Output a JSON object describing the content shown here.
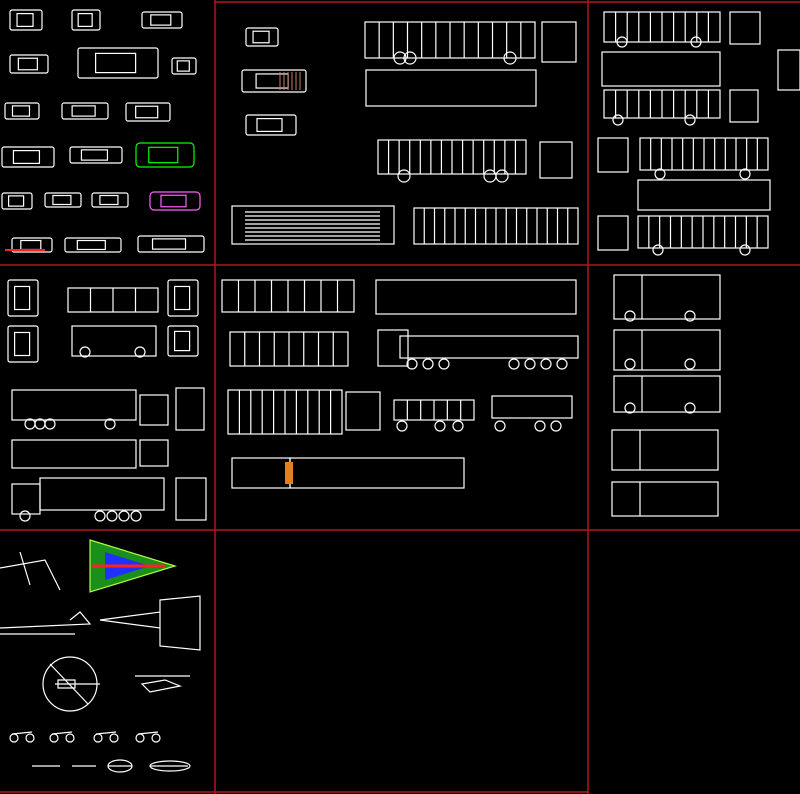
{
  "canvas": {
    "background": "#000000",
    "grid_color": "#b01818",
    "line_color": "#ffffff",
    "highlight_color": "#00ff00"
  },
  "cells": [
    {
      "name": "cars"
    },
    {
      "name": "trucks-and-buses-top"
    },
    {
      "name": "city-buses"
    },
    {
      "name": "tankers-and-semis"
    },
    {
      "name": "trailers"
    },
    {
      "name": "box-trucks"
    },
    {
      "name": "aircraft-and-bikes"
    },
    {
      "name": "empty"
    },
    {
      "name": "empty"
    }
  ]
}
